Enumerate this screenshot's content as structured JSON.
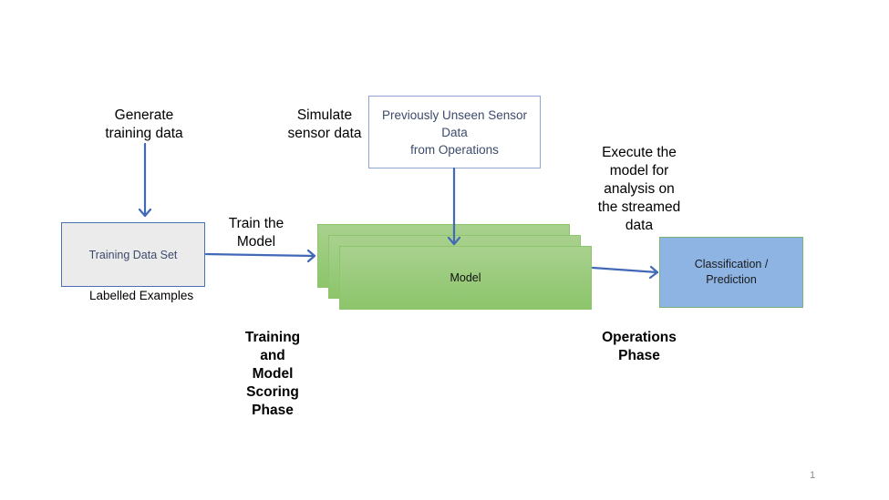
{
  "labels": {
    "generate": "Generate training data",
    "generate_l1": "Generate",
    "generate_l2": "training data",
    "simulate_l1": "Simulate",
    "simulate_l2": "sensor data",
    "train_l1": "Train the",
    "train_l2": "Model",
    "execute_l1": "Execute the",
    "execute_l2": "model for",
    "execute_l3": "analysis on",
    "execute_l4": "the streamed",
    "execute_l5": "data",
    "labelled": "Labelled Examples"
  },
  "boxes": {
    "training": "Training Data Set",
    "sensor_l1": "Previously Unseen Sensor",
    "sensor_l2": "Data",
    "sensor_l3": "from Operations",
    "model": "Model",
    "class_l1": "Classification /",
    "class_l2": "Prediction"
  },
  "phases": {
    "training_l1": "Training",
    "training_l2": "and",
    "training_l3": "Model",
    "training_l4": "Scoring",
    "training_l5": "Phase",
    "ops_l1": "Operations",
    "ops_l2": "Phase"
  },
  "colors": {
    "arrow": "#4169b8",
    "model_green": "#a9d18e",
    "class_blue": "#8eb4e3"
  },
  "page_number": "1"
}
